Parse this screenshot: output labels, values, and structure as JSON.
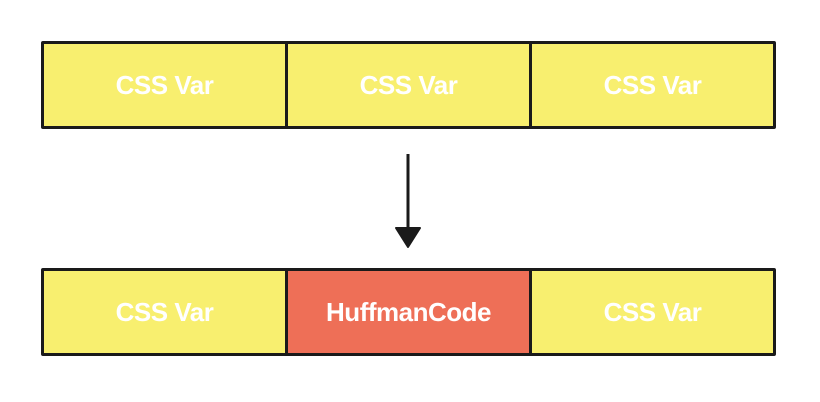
{
  "colors": {
    "default_fill": "#f8ef6f",
    "highlight_fill": "#ee6f57",
    "stroke": "#1a1a1a",
    "label_text": "#ffffff"
  },
  "top_row": {
    "cells": [
      {
        "label": "CSS Var",
        "fill": "#f8ef6f"
      },
      {
        "label": "CSS Var",
        "fill": "#f8ef6f"
      },
      {
        "label": "CSS Var",
        "fill": "#f8ef6f"
      }
    ]
  },
  "bottom_row": {
    "cells": [
      {
        "label": "CSS Var",
        "fill": "#f8ef6f"
      },
      {
        "label": "HuffmanCode",
        "fill": "#ee6f57"
      },
      {
        "label": "CSS Var",
        "fill": "#f8ef6f"
      }
    ]
  },
  "connector": {
    "icon": "arrow-down-icon"
  }
}
